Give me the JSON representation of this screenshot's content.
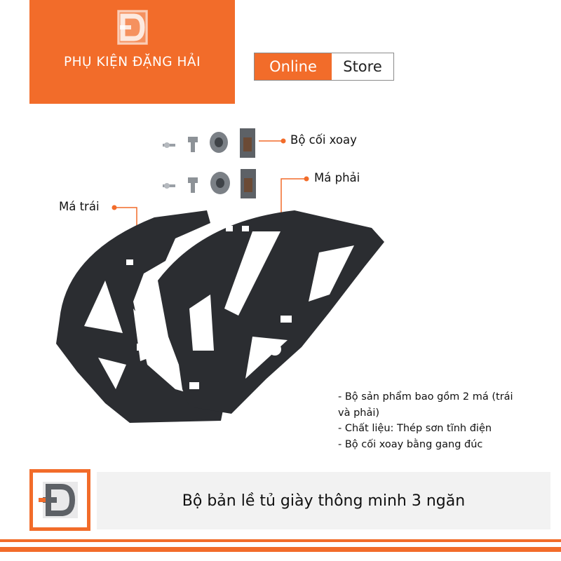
{
  "brand": {
    "name": "PHỤ KIỆN ĐẶNG HẢI",
    "logo_icon": "dh-logo-icon",
    "color": "#f26c2a"
  },
  "store_badge": {
    "online_label": "Online",
    "store_label": "Store"
  },
  "callouts": {
    "swivel_set": "Bộ cối xoay",
    "right_bracket": "Má phải",
    "left_bracket": "Má trái"
  },
  "features": [
    "- Bộ sản phẩm bao gồm 2 má (trái",
    "và phải)",
    "- Chất liệu: Thép sơn tĩnh điện",
    "- Bộ cối xoay bằng gang đúc"
  ],
  "product_title": "Bộ bản lề tủ giày thông minh 3 ngăn"
}
